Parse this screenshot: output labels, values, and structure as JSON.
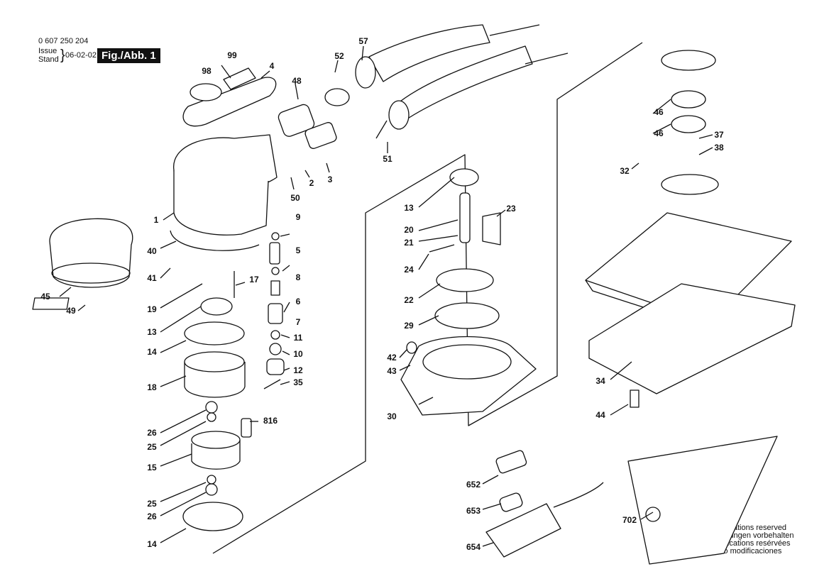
{
  "header": {
    "doc_number": "0 607 250 204",
    "issue_label": "Issue",
    "stand_label": "Stand",
    "date": "06-02-02",
    "figure_title": "Fig./Abb. 1"
  },
  "notes": [
    "Modifications reserved",
    "Änderungen vorbehalten",
    "Modifications resérvées",
    "Salvo modificaciones"
  ],
  "parts": [
    "98",
    "99",
    "4",
    "48",
    "52",
    "57",
    "51",
    "50",
    "2",
    "3",
    "1",
    "9",
    "5",
    "40",
    "8",
    "41",
    "17",
    "6",
    "19",
    "7",
    "13",
    "11",
    "10",
    "14",
    "12",
    "35",
    "18",
    "26",
    "816",
    "25",
    "15",
    "25",
    "26",
    "14",
    "13",
    "20",
    "23",
    "21",
    "24",
    "22",
    "29",
    "42",
    "43",
    "30",
    "32",
    "46",
    "46",
    "37",
    "38",
    "34",
    "44",
    "652",
    "653",
    "654",
    "702",
    "45",
    "49"
  ],
  "icons": [
    "air-hose-icon",
    "sander-housing-icon",
    "pad-icon",
    "bearing-icon",
    "dust-bag-icon"
  ]
}
